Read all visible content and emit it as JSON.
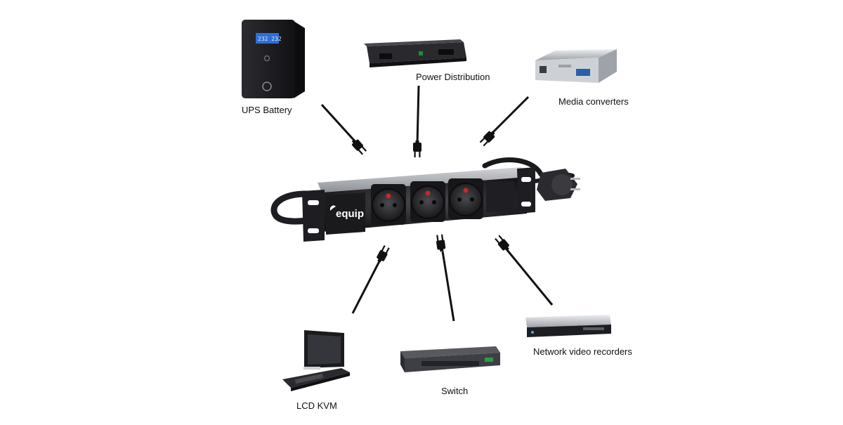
{
  "brand": {
    "logo_text": "equip"
  },
  "ups": {
    "label": "UPS Battery",
    "display": "232 232"
  },
  "devices": {
    "power_distribution": "Power Distribution",
    "media_converters": "Media converters",
    "lcd_kvm": "LCD KVM",
    "switch": "Switch",
    "network_video_recorders": "Network video recorders"
  },
  "colors": {
    "cable": "#111111",
    "device_dark": "#1f1f23",
    "strip_body": "#2a2a2e",
    "strip_top": "#b9bcc0",
    "socket_red": "#c62828"
  }
}
